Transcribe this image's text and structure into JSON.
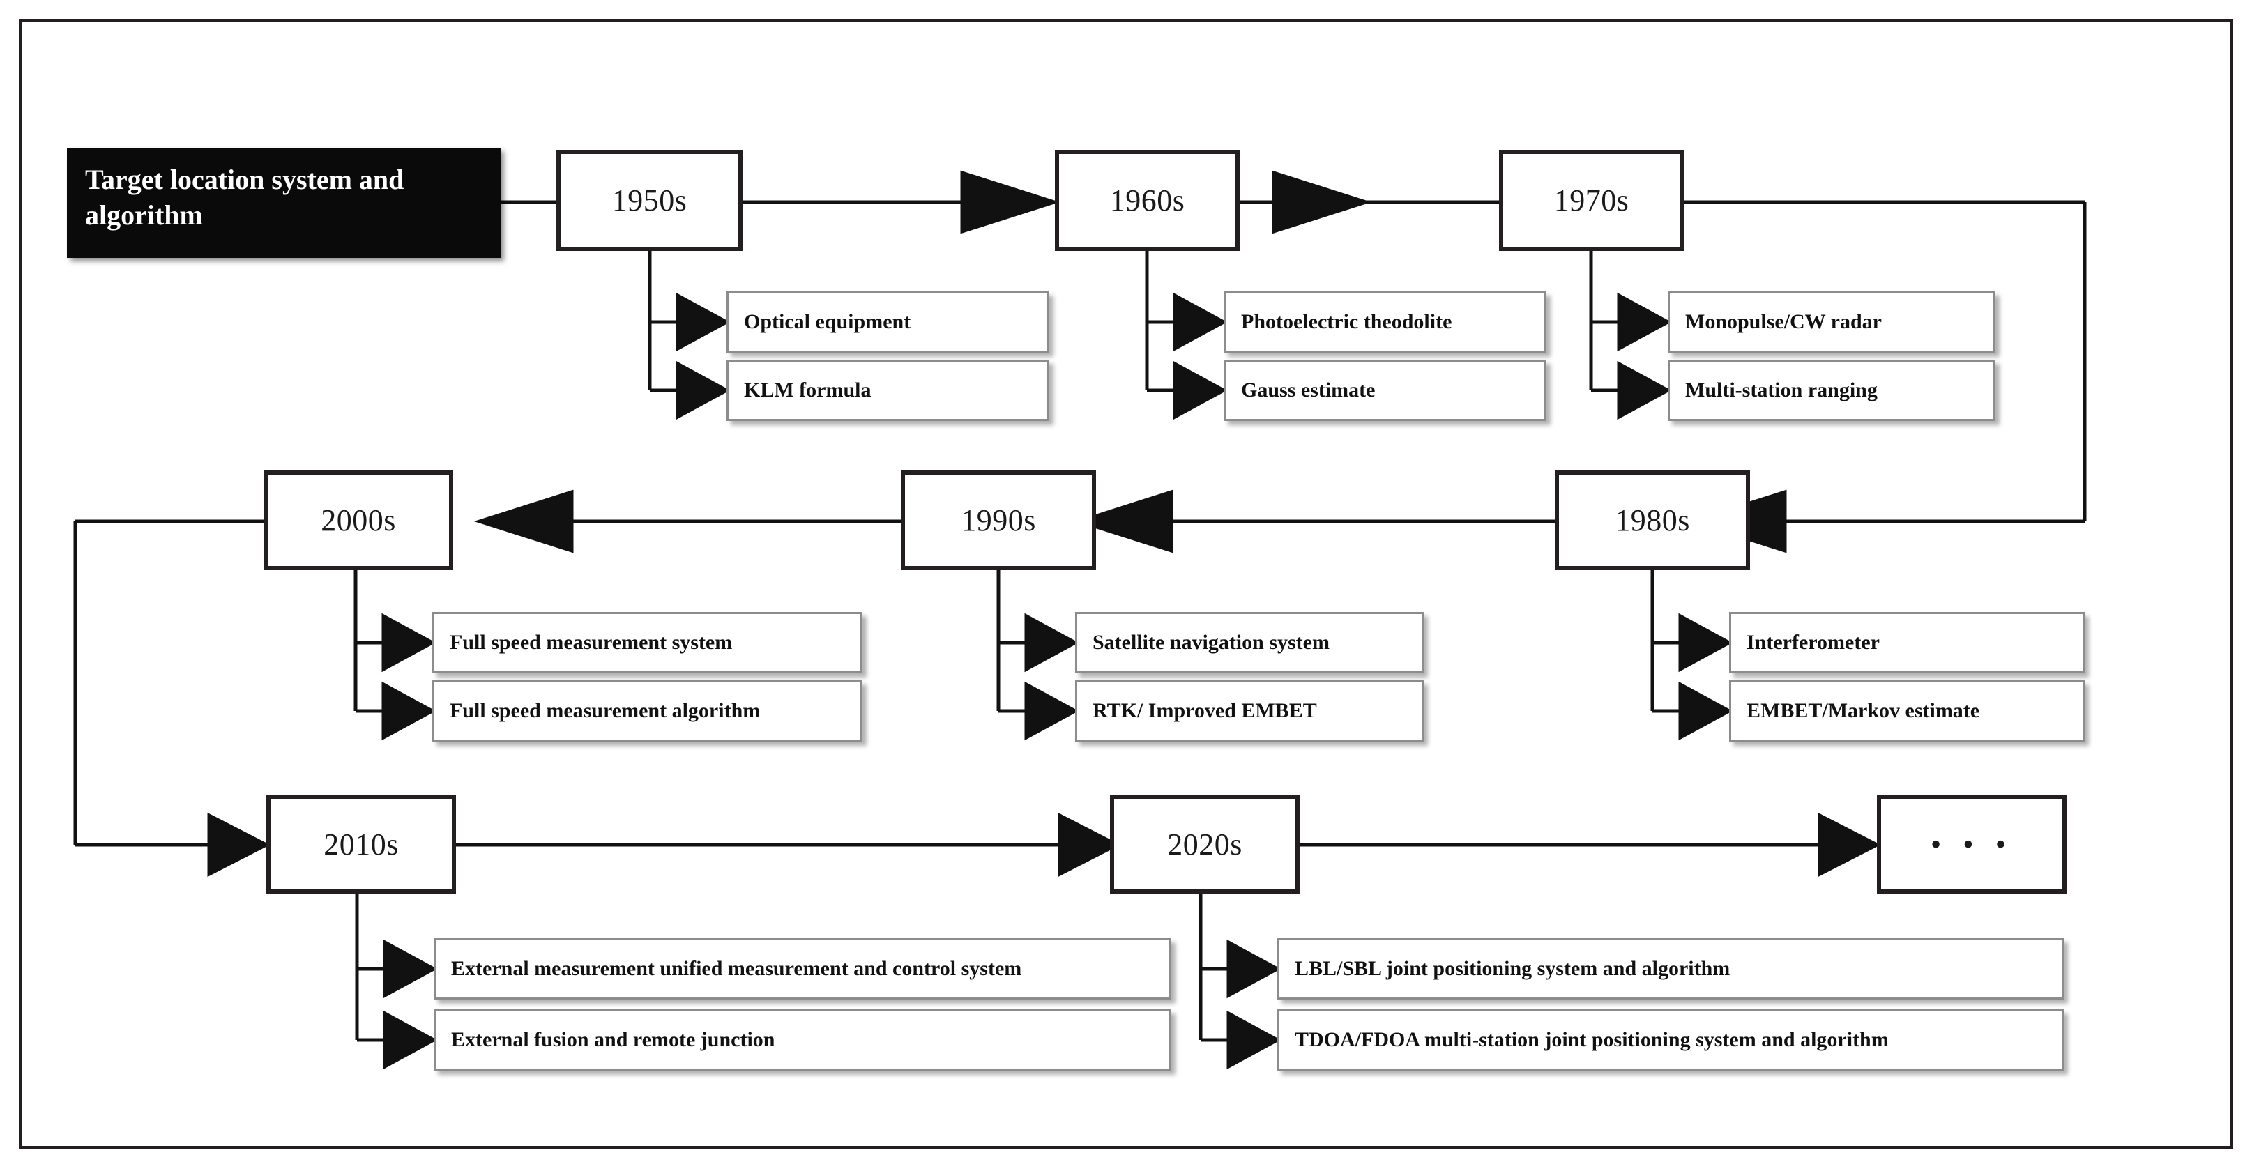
{
  "diagram": {
    "title_box": {
      "label": "Target location system and algorithm"
    },
    "terminator": {
      "label": "• • •"
    },
    "decades": [
      {
        "id": "1950s",
        "label": "1950s",
        "items": [
          "Optical equipment",
          "KLM formula"
        ]
      },
      {
        "id": "1960s",
        "label": "1960s",
        "items": [
          "Photoelectric theodolite",
          "Gauss estimate"
        ]
      },
      {
        "id": "1970s",
        "label": "1970s",
        "items": [
          "Monopulse/CW radar",
          "Multi-station ranging"
        ]
      },
      {
        "id": "1980s",
        "label": "1980s",
        "items": [
          "Interferometer",
          "EMBET/Markov estimate"
        ]
      },
      {
        "id": "1990s",
        "label": "1990s",
        "items": [
          "Satellite navigation system",
          "RTK/ Improved EMBET"
        ]
      },
      {
        "id": "2000s",
        "label": "2000s",
        "items": [
          "Full speed measurement system",
          "Full speed measurement algorithm"
        ]
      },
      {
        "id": "2010s",
        "label": "2010s",
        "items": [
          "External measurement unified measurement and control system",
          "External fusion and remote junction"
        ]
      },
      {
        "id": "2020s",
        "label": "2020s",
        "items": [
          "LBL/SBL joint positioning system and algorithm",
          "TDOA/FDOA multi-station joint positioning system and algorithm"
        ]
      }
    ],
    "colors": {
      "frame": "#231f20",
      "title_background": "#0a0a0a",
      "title_text": "#ffffff",
      "decade_border": "#231f20",
      "item_border": "#8c8c8c",
      "connector": "#111111"
    }
  }
}
